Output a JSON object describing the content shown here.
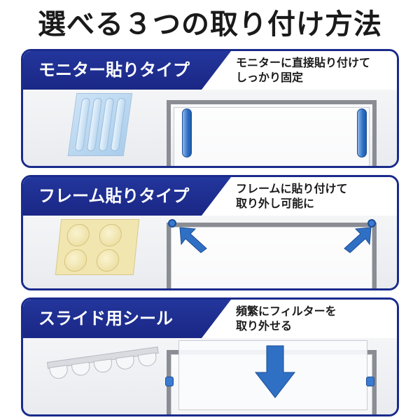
{
  "title": "選べる３つの取り付け方法",
  "panels": [
    {
      "label": "モニター貼りタイプ",
      "desc_lines": [
        "モニターに直接貼り付けて",
        "しっかり固定"
      ]
    },
    {
      "label": "フレーム貼りタイプ",
      "desc_lines": [
        "フレームに貼り付けて",
        "取り外し可能に"
      ]
    },
    {
      "label": "スライド用シール",
      "desc_lines": [
        "頻繁にフィルターを",
        "取り外せる"
      ]
    }
  ],
  "colors": {
    "accent_navy": "#1a2b8c",
    "blue": "#2f6fc4"
  },
  "icons": [
    "diagonal-arrow-icon",
    "down-arrow-icon"
  ]
}
